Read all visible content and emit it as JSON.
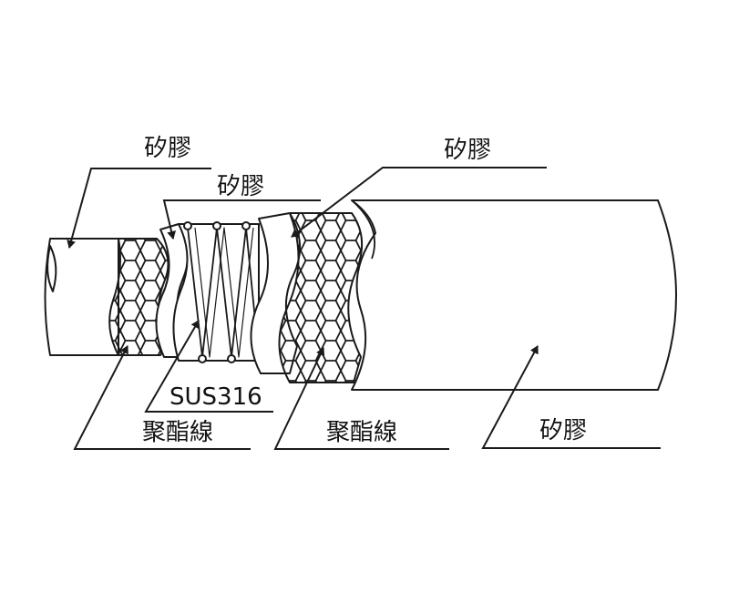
{
  "colors": {
    "line": "#1a1a1a",
    "background": "#ffffff"
  },
  "labels": {
    "silicone_inner": "矽膠",
    "silicone_middle": "矽膠",
    "silicone_upper": "矽膠",
    "silicone_outer": "矽膠",
    "steel_wire": "SUS316",
    "polyester_inner": "聚酯線",
    "polyester_outer": "聚酯線"
  }
}
